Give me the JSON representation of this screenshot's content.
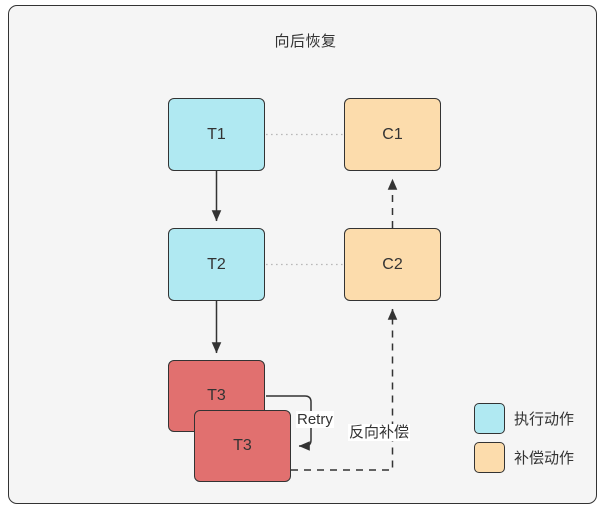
{
  "diagram": {
    "title": "向后恢复",
    "background_color": "#f5f5f5",
    "border_color": "#333333"
  },
  "colors": {
    "execute": "#b0e9f2",
    "compensate": "#fcdcac",
    "failed": "#e1706f"
  },
  "nodes": {
    "t1": "T1",
    "t2": "T2",
    "t3_back": "T3",
    "t3_front": "T3",
    "c1": "C1",
    "c2": "C2"
  },
  "edge_labels": {
    "retry": "Retry",
    "reverse_compensation": "反向补偿"
  },
  "legend": {
    "items": [
      {
        "label": "执行动作",
        "color": "#b0e9f2",
        "swatch": "execute-swatch"
      },
      {
        "label": "补偿动作",
        "color": "#fcdcac",
        "swatch": "compensate-swatch"
      }
    ]
  }
}
